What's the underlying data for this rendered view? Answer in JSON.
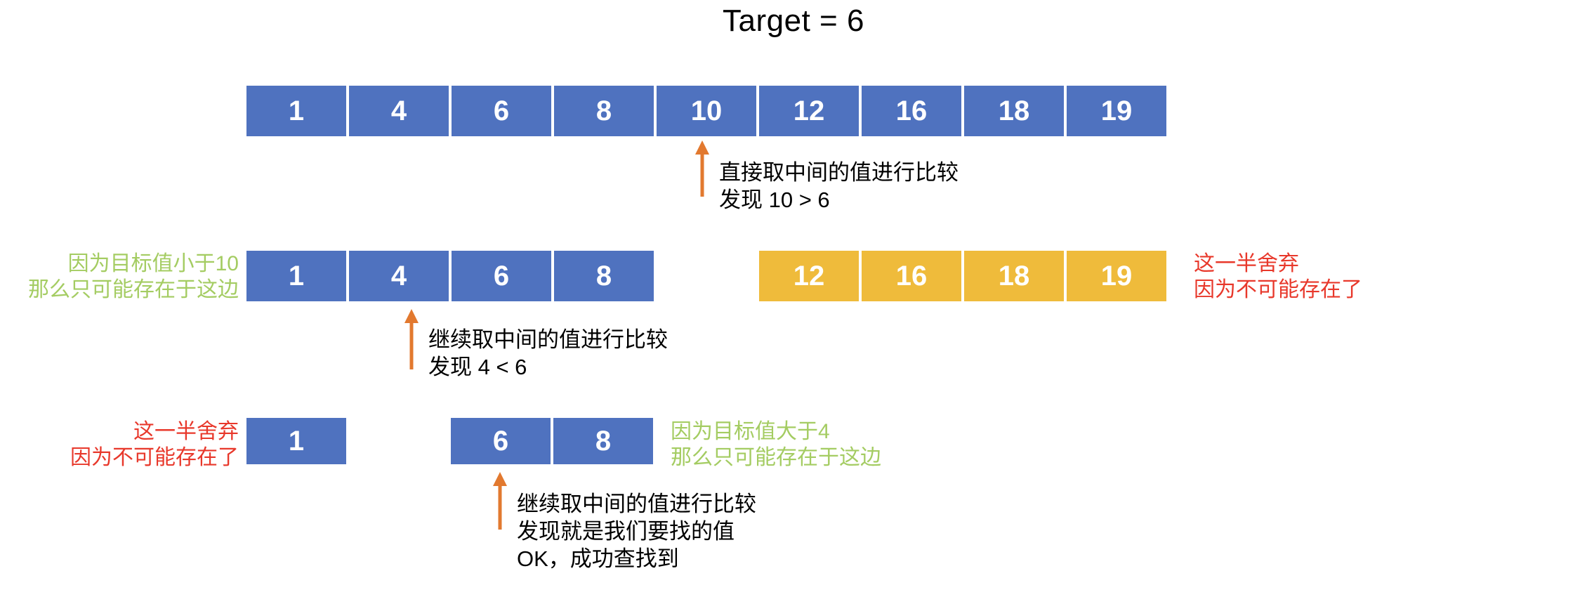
{
  "title": "Target = 6",
  "colors": {
    "cell_blue": "#4F72BF",
    "cell_yellow": "#EFBB3B",
    "note_green": "#A4CC62",
    "note_red": "#E8382B",
    "arrow_orange": "#E2792F",
    "text_black": "#000000",
    "background": "#FFFFFF"
  },
  "rows": [
    {
      "id": "row1",
      "cells": [
        {
          "value": "1",
          "color": "blue"
        },
        {
          "value": "4",
          "color": "blue"
        },
        {
          "value": "6",
          "color": "blue"
        },
        {
          "value": "8",
          "color": "blue"
        },
        {
          "value": "10",
          "color": "blue"
        },
        {
          "value": "12",
          "color": "blue"
        },
        {
          "value": "16",
          "color": "blue"
        },
        {
          "value": "18",
          "color": "blue"
        },
        {
          "value": "19",
          "color": "blue"
        }
      ]
    },
    {
      "id": "row2-left",
      "cells": [
        {
          "value": "1",
          "color": "blue"
        },
        {
          "value": "4",
          "color": "blue"
        },
        {
          "value": "6",
          "color": "blue"
        },
        {
          "value": "8",
          "color": "blue"
        }
      ]
    },
    {
      "id": "row2-right",
      "cells": [
        {
          "value": "12",
          "color": "yellow"
        },
        {
          "value": "16",
          "color": "yellow"
        },
        {
          "value": "18",
          "color": "yellow"
        },
        {
          "value": "19",
          "color": "yellow"
        }
      ]
    },
    {
      "id": "row3-left",
      "cells": [
        {
          "value": "1",
          "color": "blue"
        }
      ]
    },
    {
      "id": "row3-right",
      "cells": [
        {
          "value": "6",
          "color": "blue"
        },
        {
          "value": "8",
          "color": "blue"
        }
      ]
    }
  ],
  "notes": {
    "green_1": "因为目标值小于10\n那么只可能存在于这边",
    "red_1": "这一半舍弃\n因为不可能存在了",
    "red_2": "这一半舍弃\n因为不可能存在了",
    "green_2": "因为目标值大于4\n那么只可能存在于这边"
  },
  "callouts": {
    "step_1": "直接取中间的值进行比较\n发现 10 > 6",
    "step_2": "继续取中间的值进行比较\n发现 4 < 6",
    "step_3": "继续取中间的值进行比较\n发现就是我们要找的值\nOK，成功查找到"
  },
  "chart_data": {
    "type": "diagram",
    "title": "Target = 6",
    "algorithm": "binary-search",
    "target": 6,
    "initial_array": [
      1,
      4,
      6,
      8,
      10,
      12,
      16,
      18,
      19
    ],
    "steps": [
      {
        "step": 1,
        "array": [
          1,
          4,
          6,
          8,
          10,
          12,
          16,
          18,
          19
        ],
        "mid_value": 10,
        "mid_index": 4,
        "comparison": "10 > 6",
        "note": "直接取中间的值进行比较\n发现 10 > 6",
        "kept": [
          1,
          4,
          6,
          8
        ],
        "discarded": [
          12,
          16,
          18,
          19
        ],
        "kept_label": "因为目标值小于10\n那么只可能存在于这边",
        "discarded_label": "这一半舍弃\n因为不可能存在了"
      },
      {
        "step": 2,
        "array": [
          1,
          4,
          6,
          8
        ],
        "mid_value": 4,
        "mid_index": 1,
        "comparison": "4 < 6",
        "note": "继续取中间的值进行比较\n发现 4 < 6",
        "kept": [
          6,
          8
        ],
        "discarded": [
          1
        ],
        "kept_label": "因为目标值大于4\n那么只可能存在于这边",
        "discarded_label": "这一半舍弃\n因为不可能存在了"
      },
      {
        "step": 3,
        "array": [
          6,
          8
        ],
        "mid_value": 6,
        "mid_index": 0,
        "comparison": "6 == 6",
        "note": "继续取中间的值进行比较\n发现就是我们要找的值\nOK，成功查找到",
        "result": "found"
      }
    ]
  }
}
